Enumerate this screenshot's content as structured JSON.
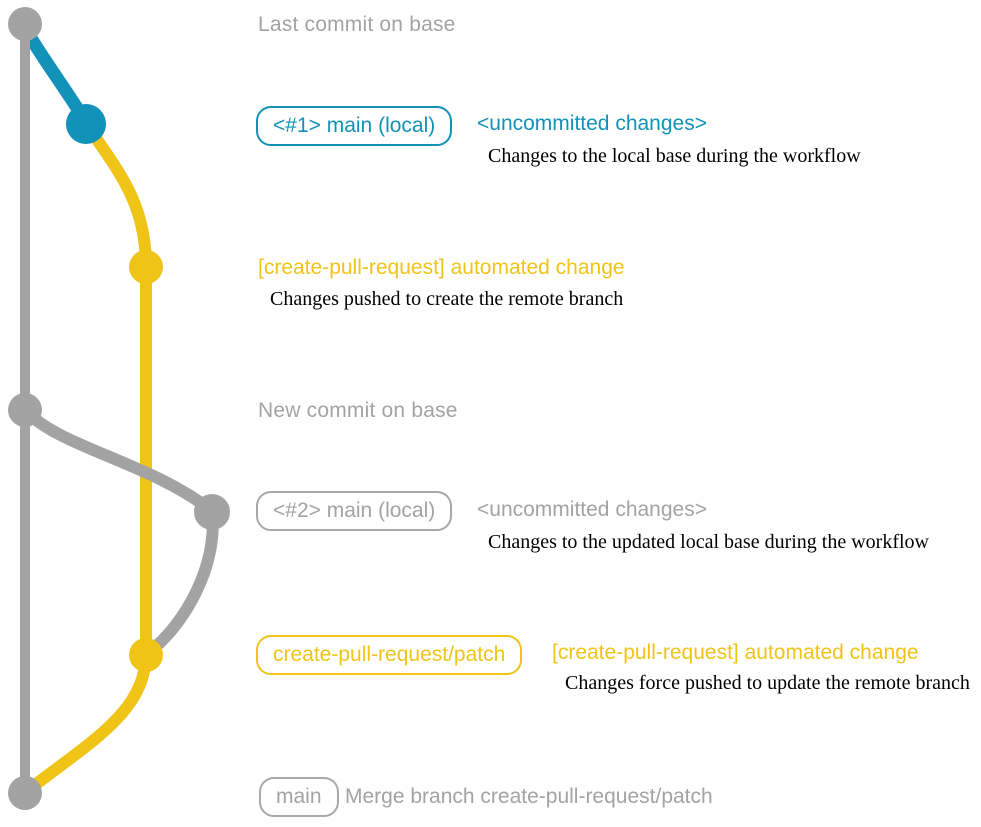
{
  "colors": {
    "gray": "#a3a3a3",
    "blue": "#1292b8",
    "yellow": "#f0c417",
    "desc_text": "#000000",
    "background": "#ffffff"
  },
  "timeline": {
    "last_commit_label": "Last commit on base",
    "new_commit_label": "New commit on base"
  },
  "section1": {
    "badge": "<#1> main (local)",
    "title": "<uncommitted changes>",
    "desc": "Changes to the local base during the workflow"
  },
  "section2": {
    "title": "[create-pull-request] automated change",
    "desc": "Changes pushed to create the remote branch"
  },
  "section3": {
    "badge": "<#2> main (local)",
    "title": "<uncommitted changes>",
    "desc": "Changes to the updated local base during the workflow"
  },
  "section4": {
    "badge": "create-pull-request/patch",
    "title": "[create-pull-request] automated change",
    "desc": "Changes force pushed to update the remote branch"
  },
  "section5": {
    "badge": "main",
    "title": "Merge branch create-pull-request/patch"
  }
}
